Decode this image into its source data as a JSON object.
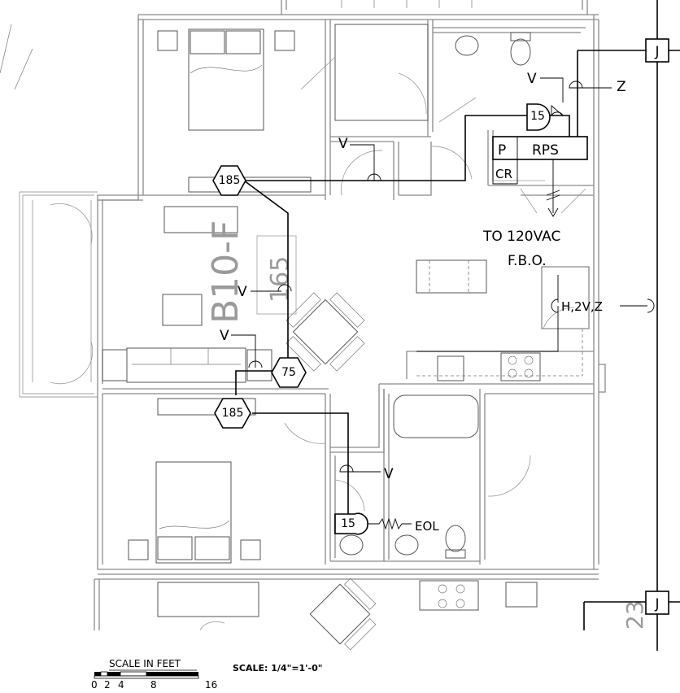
{
  "unit_label": "B10-F",
  "room_area_label": "165",
  "unit_number_bottom": "23",
  "devices": {
    "hex_bedroom_top": "185",
    "hex_living": "75",
    "hex_bedroom_bottom": "185",
    "strobe_bath_top": "15",
    "strobe_bath_bottom": "15",
    "panel_p": "P",
    "panel_rps": "RPS",
    "panel_cr": "CR",
    "junction_top": "J",
    "junction_bottom": "J"
  },
  "labels": {
    "v_top": "V",
    "z_top": "Z",
    "v_bedroom": "V",
    "v_living_1": "V",
    "v_living_2": "V",
    "v_bath": "V",
    "power_line1": "TO 120VAC",
    "power_line2": "F.B.O.",
    "kitchen_device": "H,2V,Z",
    "eol": "EOL"
  },
  "scale": {
    "title": "SCALE IN FEET",
    "ticks": [
      "0",
      "2",
      "4",
      "8",
      "16"
    ],
    "ratio": "SCALE: 1/4\"=1'-0\""
  }
}
